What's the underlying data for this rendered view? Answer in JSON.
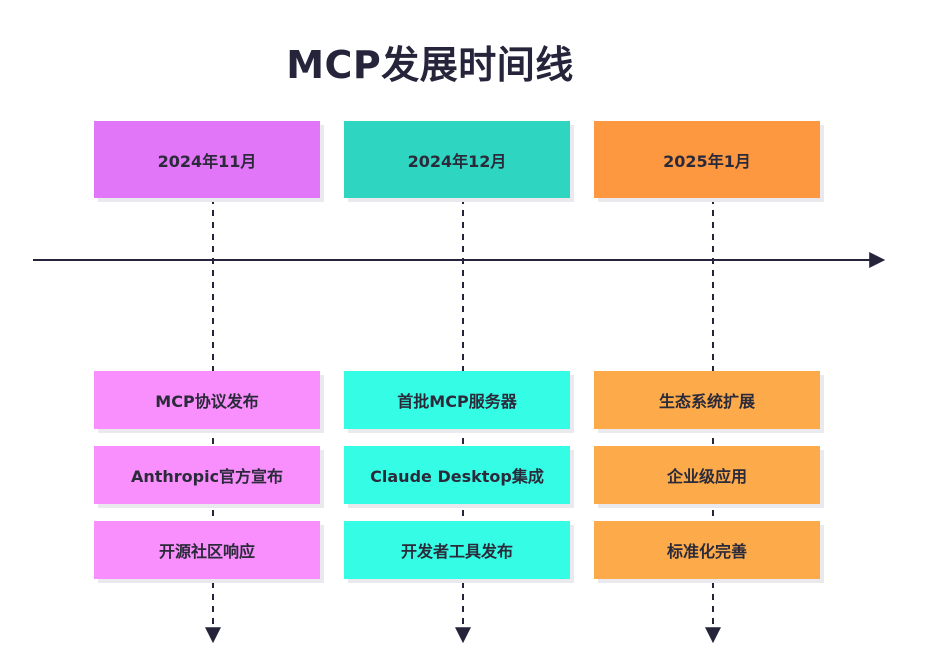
{
  "title": "MCP发展时间线",
  "columns": [
    {
      "date": "2024年11月",
      "header_color": "#e276f8",
      "item_color": "#f98ffd",
      "items": [
        "MCP协议发布",
        "Anthropic官方宣布",
        "开源社区响应"
      ]
    },
    {
      "date": "2024年12月",
      "header_color": "#2ed6c1",
      "item_color": "#35fde5",
      "items": [
        "首批MCP服务器",
        "Claude Desktop集成",
        "开发者工具发布"
      ]
    },
    {
      "date": "2025年1月",
      "header_color": "#fd9840",
      "item_color": "#fdab4a",
      "items": [
        "生态系统扩展",
        "企业级应用",
        "标准化完善"
      ]
    }
  ],
  "line_color": "#26243a"
}
